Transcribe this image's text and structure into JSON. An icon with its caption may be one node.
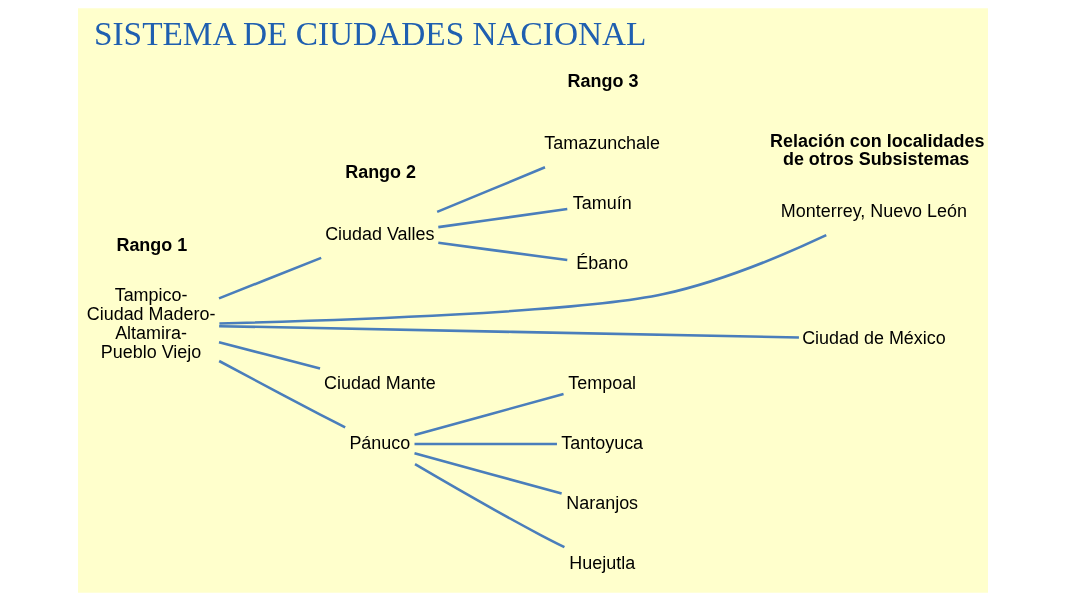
{
  "diagram": {
    "title": "SISTEMA DE CIUDADES NACIONAL",
    "nodes": [
      {
        "text": [
          "Tampico-Ciudad Madero-Altamira-Pueblo Viejo"
        ]
      },
      {
        "text": [
          "Ciudad Valles"
        ]
      },
      {
        "text": [
          "Tamazunchale"
        ]
      },
      {
        "text": [
          "Tamuín"
        ]
      },
      {
        "text": [
          "Ébano"
        ]
      },
      {
        "text": [
          "Monterrey, Nuevo León"
        ]
      },
      {
        "text": [
          "Ciudad de México"
        ]
      },
      {
        "text": [
          "Ciudad Mante"
        ]
      },
      {
        "text": [
          "Pánuco"
        ]
      },
      {
        "text": [
          "Tempoal"
        ]
      },
      {
        "text": [
          "Tantoyuca"
        ]
      },
      {
        "text": [
          "Naranjos"
        ]
      },
      {
        "text": [
          "Huejutla"
        ]
      }
    ],
    "edges": [
      {
        "from": 0,
        "to": 1,
        "arrow": "none"
      },
      {
        "from": 1,
        "to": 2,
        "arrow": "none"
      },
      {
        "from": 1,
        "to": 3,
        "arrow": "none"
      },
      {
        "from": 1,
        "to": 4,
        "arrow": "none"
      },
      {
        "from": 0,
        "to": 5,
        "arrow": "none"
      },
      {
        "from": 0,
        "to": 6,
        "arrow": "none"
      },
      {
        "from": 0,
        "to": 7,
        "arrow": "none"
      },
      {
        "from": 0,
        "to": 8,
        "arrow": "none"
      },
      {
        "from": 8,
        "to": 9,
        "arrow": "none"
      },
      {
        "from": 8,
        "to": 10,
        "arrow": "none"
      },
      {
        "from": 8,
        "to": 11,
        "arrow": "none"
      },
      {
        "from": 8,
        "to": 12,
        "arrow": "none"
      }
    ],
    "labels": [
      "Rango 1",
      "Rango 2",
      "Rango 3",
      "Relación con localidades de otros Subsistemas"
    ]
  }
}
